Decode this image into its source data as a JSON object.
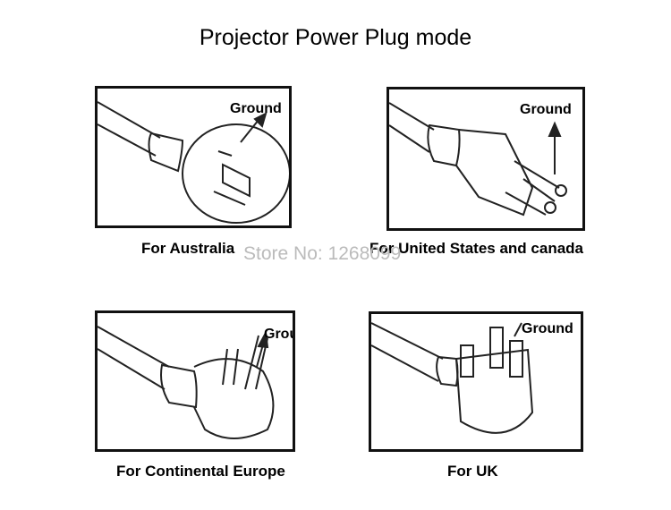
{
  "title": "Projector Power Plug mode",
  "watermark": "Store No: 1268099",
  "panels": [
    {
      "ground": "Ground",
      "caption": "For Australia"
    },
    {
      "ground": "Ground",
      "caption": "For United States  and canada"
    },
    {
      "ground": "Ground",
      "caption": "For Continental Europe"
    },
    {
      "ground": "Ground",
      "caption": "For UK"
    }
  ]
}
